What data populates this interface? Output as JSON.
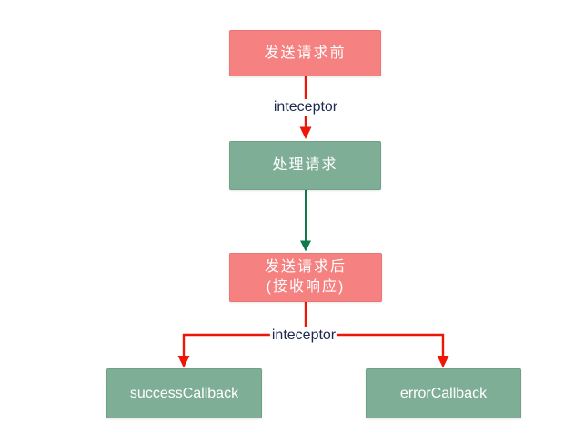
{
  "diagram": {
    "background": "#ffffff",
    "colors": {
      "background": "#ffffff",
      "pink_box": "#f58181",
      "green_box": "#7fae96",
      "red_arrow": "#ed1708",
      "green_arrow": "#0e7a4e",
      "label_text": "#1b2a4e",
      "box_text": "#ffffff"
    },
    "nodes": {
      "send_before": {
        "label": "发送请求前"
      },
      "process_request": {
        "label": "处理请求"
      },
      "send_after": {
        "line1": "发送请求后",
        "line2": "(接收响应)"
      },
      "success_callback": {
        "label": "successCallback"
      },
      "error_callback": {
        "label": "errorCallback"
      }
    },
    "edge_labels": {
      "interceptor_top": "inteceptor",
      "interceptor_bottom": "inteceptor"
    }
  }
}
